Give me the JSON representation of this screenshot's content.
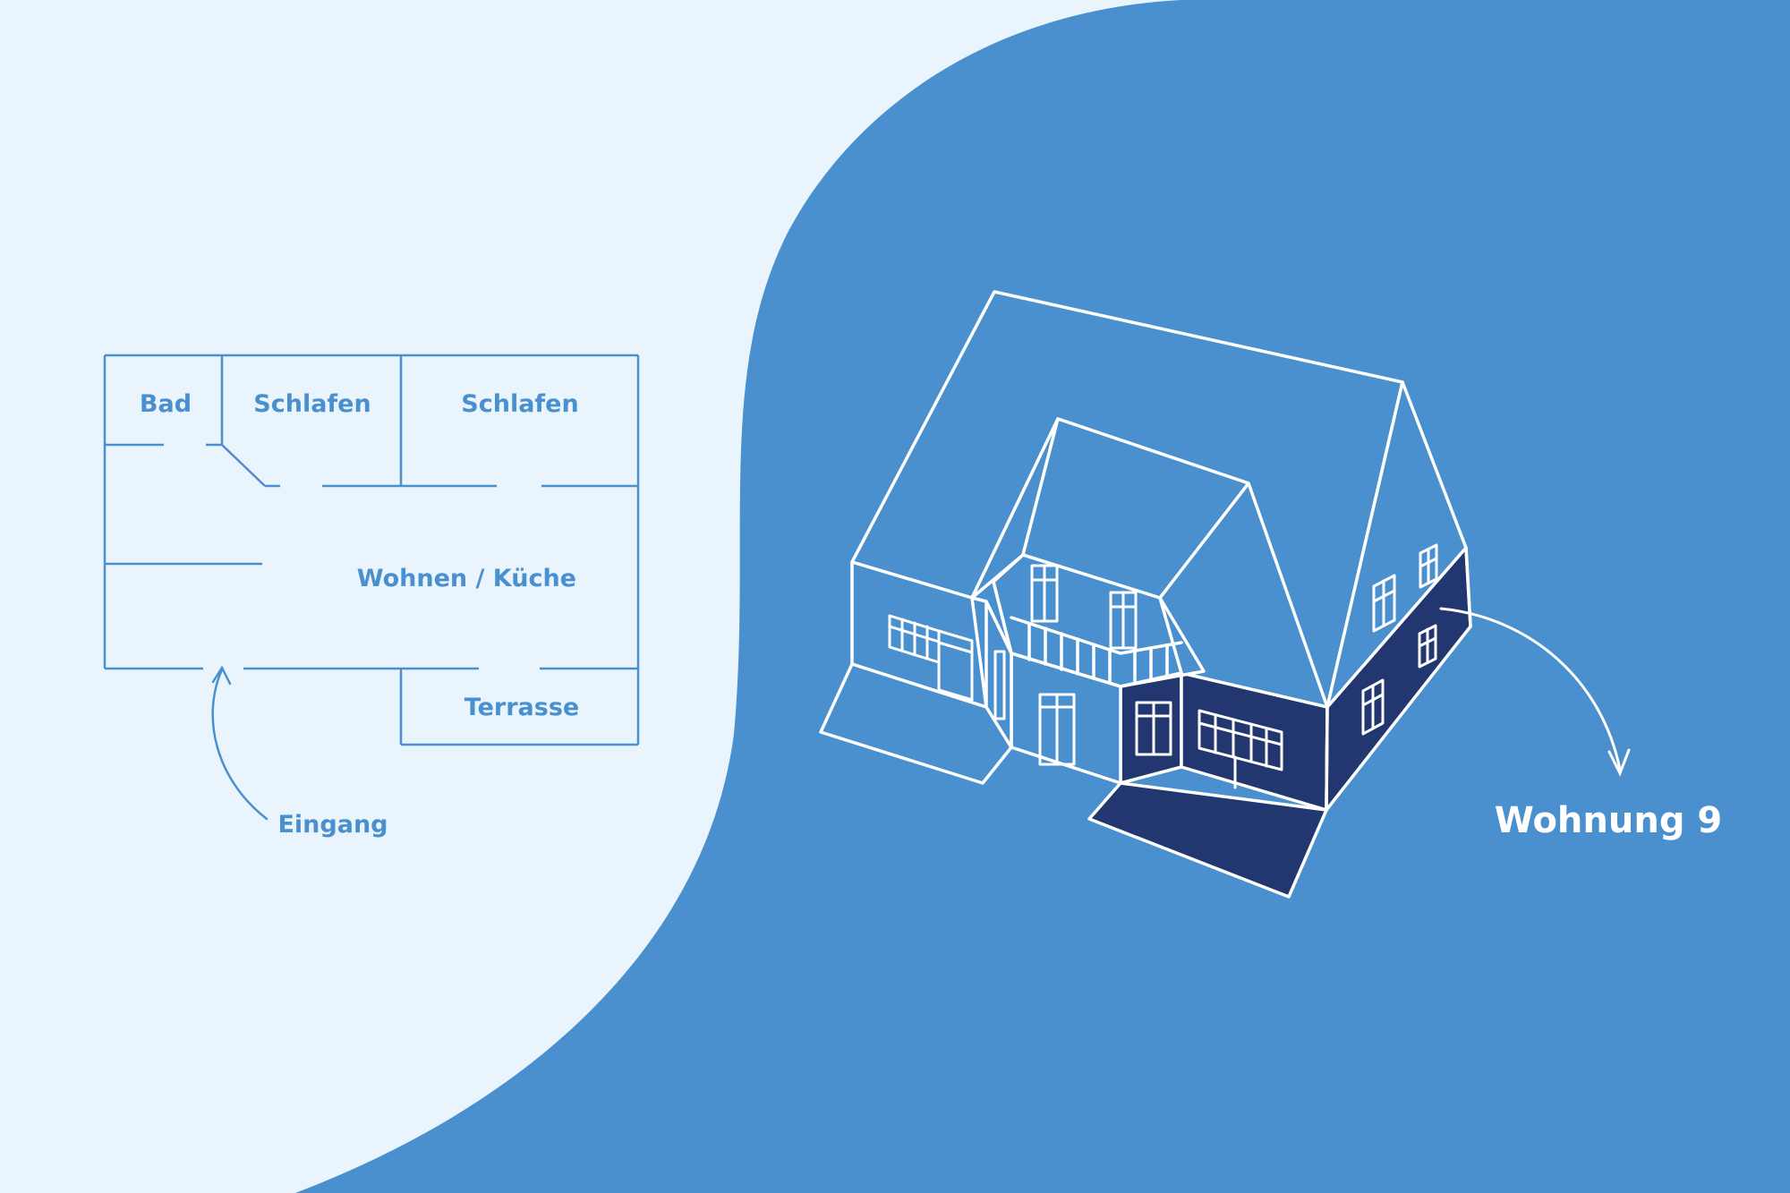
{
  "colors": {
    "background_light": "#EAF4FC",
    "background_blue": "#4A90CE",
    "plan_line": "#4A90CE",
    "house_line": "#FFFFFF",
    "highlight_dark": "#22366F"
  },
  "floor_plan": {
    "rooms": {
      "bad": "Bad",
      "schlafen_1": "Schlafen",
      "schlafen_2": "Schlafen",
      "wohnen_kueche": "Wohnen / Küche",
      "terrasse": "Terrasse"
    },
    "entrance_label": "Eingang"
  },
  "house": {
    "unit_label": "Wohnung 9"
  }
}
